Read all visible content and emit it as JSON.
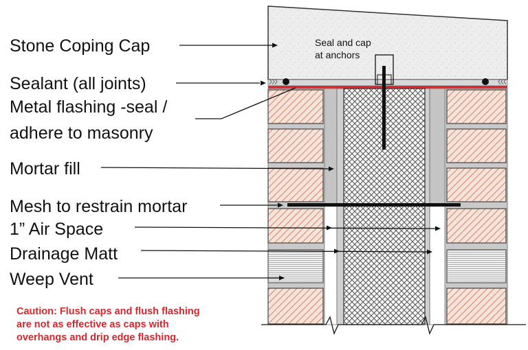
{
  "labels": {
    "stone_coping_cap": "Stone Coping Cap",
    "sealant": "Sealant (all joints)",
    "flashing_line1": "Metal flashing -seal /",
    "flashing_line2": "adhere to masonry",
    "mortar_fill": "Mortar fill",
    "mesh": "Mesh to restrain mortar",
    "air_space": "1”  Air Space",
    "drainage_matt": "Drainage Matt",
    "weep_vent": "Weep Vent"
  },
  "callout": {
    "line1": "Seal and cap",
    "line2": "at anchors"
  },
  "caution": {
    "line1": "Caution: Flush caps and flush flashing",
    "line2": "are not as effective as caps with",
    "line3": "overhangs and drip edge flashing."
  },
  "colors": {
    "caution_text": "#d9262c",
    "flashing": "#e3262d",
    "brick_hatch": "#d98a6e",
    "stone": "#eeeeee"
  }
}
